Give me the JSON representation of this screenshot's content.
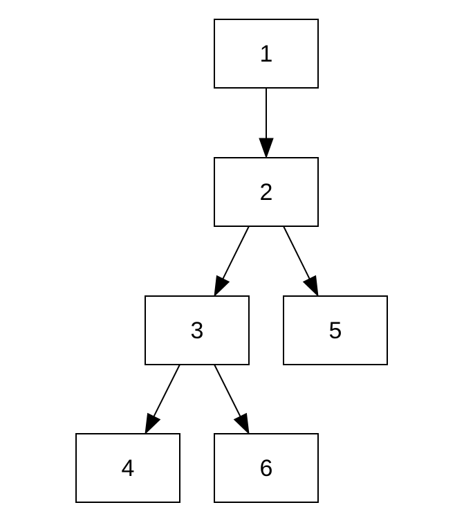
{
  "diagram": {
    "type": "tree",
    "nodes": [
      {
        "id": "1",
        "label": "1"
      },
      {
        "id": "2",
        "label": "2"
      },
      {
        "id": "3",
        "label": "3"
      },
      {
        "id": "5",
        "label": "5"
      },
      {
        "id": "4",
        "label": "4"
      },
      {
        "id": "6",
        "label": "6"
      }
    ],
    "edges": [
      {
        "from": "1",
        "to": "2"
      },
      {
        "from": "2",
        "to": "3"
      },
      {
        "from": "2",
        "to": "5"
      },
      {
        "from": "3",
        "to": "4"
      },
      {
        "from": "3",
        "to": "6"
      }
    ],
    "colors": {
      "stroke": "#000000",
      "fill": "#ffffff",
      "text": "#000000"
    }
  }
}
